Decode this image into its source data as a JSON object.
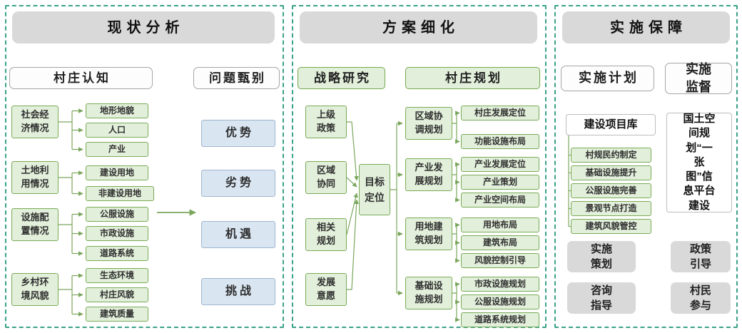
{
  "panel1": {
    "title": "现状分析",
    "left_header": "村庄认知",
    "right_header": "问题甄别",
    "groups": [
      {
        "label": "社会经济情况",
        "children": [
          "地形地貌",
          "人口",
          "产业"
        ]
      },
      {
        "label": "土地利用情况",
        "children": [
          "建设用地",
          "非建设用地"
        ]
      },
      {
        "label": "设施配置情况",
        "children": [
          "公服设施",
          "市政设施",
          "道路系统"
        ]
      },
      {
        "label": "乡村环境风貌",
        "children": [
          "生态环境",
          "村庄风貌",
          "建筑质量"
        ]
      }
    ],
    "swot": [
      "优势",
      "劣势",
      "机遇",
      "挑战"
    ]
  },
  "panel2": {
    "title": "方案细化",
    "left_header": "战略研究",
    "right_header": "村庄规划",
    "inputs": [
      "上级政策",
      "区域协同",
      "相关规划",
      "发展意愿"
    ],
    "core": "目标定位",
    "plans": [
      {
        "label": "区域协调规划",
        "children": [
          "村庄发展定位",
          "功能设施布局"
        ]
      },
      {
        "label": "产业发展规划",
        "children": [
          "产业发展定位",
          "产业策划",
          "产业空间布局"
        ]
      },
      {
        "label": "用地建筑规划",
        "children": [
          "用地布局",
          "建筑布局",
          "风貌控制引导"
        ]
      },
      {
        "label": "基础设施规划",
        "children": [
          "市政设施规划",
          "公服设施规划",
          "道路系统规划"
        ]
      }
    ]
  },
  "panel3": {
    "title": "实施保障",
    "left_header": "实施计划",
    "right_header": "实施监督",
    "library_title": "建设项目库",
    "projects": [
      "村规民约制定",
      "基础设施提升",
      "公服设施完善",
      "景观节点打造",
      "建筑风貌管控"
    ],
    "planning_items": [
      "实施策划",
      "咨询指导"
    ],
    "platform": "国土空间规划“一张图”信息平台建设",
    "supervision_items": [
      "政策引导",
      "村民参与"
    ]
  },
  "colors": {
    "panel_border": "#3aa188",
    "green_fill": "#e2efda",
    "green_border": "#74a850",
    "gray_fill": "#d9d9d9",
    "blue_fill": "#d9e5f1",
    "connector": "#7aa65c"
  }
}
